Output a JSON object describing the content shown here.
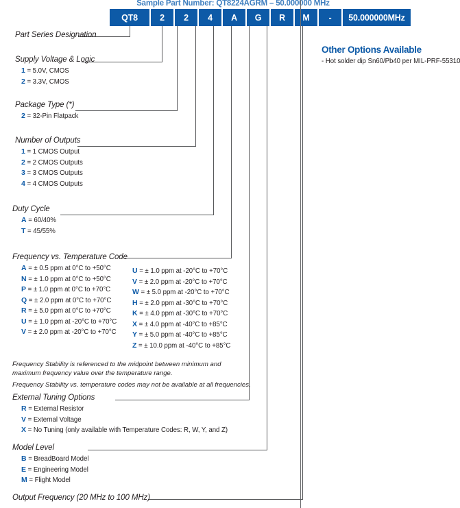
{
  "header": {
    "sample_label": "Sample Part Number: QT8224AGRM – 50.000000 MHz"
  },
  "part_number_boxes": [
    {
      "name": "series",
      "value": "QT8",
      "width": 58
    },
    {
      "name": "voltage",
      "value": "2",
      "width": 33
    },
    {
      "name": "package",
      "value": "2",
      "width": 33
    },
    {
      "name": "outputs",
      "value": "4",
      "width": 33
    },
    {
      "name": "duty",
      "value": "A",
      "width": 33
    },
    {
      "name": "tempcode",
      "value": "G",
      "width": 33
    },
    {
      "name": "tuning",
      "value": "R",
      "width": 33
    },
    {
      "name": "model",
      "value": "M",
      "width": 33
    },
    {
      "name": "dash",
      "value": "-",
      "width": 33
    },
    {
      "name": "frequency",
      "value": "50.000000MHz",
      "width": 99
    }
  ],
  "sections": {
    "part_series": {
      "title": "Part Series Designation",
      "options": []
    },
    "supply": {
      "title": "Supply Voltage & Logic",
      "options": [
        {
          "code": "1",
          "desc": "= 5.0V, CMOS"
        },
        {
          "code": "2",
          "desc": "= 3.3V, CMOS"
        }
      ]
    },
    "package": {
      "title": "Package Type (*)",
      "options": [
        {
          "code": "2",
          "desc": "= 32-Pin Flatpack"
        }
      ]
    },
    "outputs": {
      "title": "Number of Outputs",
      "options": [
        {
          "code": "1",
          "desc": "= 1 CMOS Output"
        },
        {
          "code": "2",
          "desc": "= 2 CMOS Outputs"
        },
        {
          "code": "3",
          "desc": "= 3 CMOS Outputs"
        },
        {
          "code": "4",
          "desc": "= 4 CMOS Outputs"
        }
      ]
    },
    "duty_cycle": {
      "title": "Duty Cycle",
      "options": [
        {
          "code": "A",
          "desc": "= 60/40%"
        },
        {
          "code": "T",
          "desc": "= 45/55%"
        }
      ]
    },
    "temperature": {
      "title": "Frequency vs. Temperature Code",
      "options_left": [
        {
          "code": "A",
          "desc": "= ± 0.5 ppm at 0°C to +50°C"
        },
        {
          "code": "N",
          "desc": "= ± 1.0 ppm at 0°C to +50°C"
        },
        {
          "code": "P",
          "desc": "= ± 1.0 ppm at 0°C to +70°C"
        },
        {
          "code": "Q",
          "desc": "= ± 2.0 ppm at 0°C to +70°C"
        },
        {
          "code": "R",
          "desc": "= ± 5.0 ppm at 0°C to +70°C"
        },
        {
          "code": "U",
          "desc": "= ± 1.0 ppm at -20°C to +70°C"
        },
        {
          "code": "V",
          "desc": "= ± 2.0 ppm at -20°C to +70°C"
        }
      ],
      "options_right": [
        {
          "code": "U",
          "desc": "= ± 1.0 ppm at -20°C to +70°C"
        },
        {
          "code": "V",
          "desc": "= ± 2.0 ppm at -20°C to +70°C"
        },
        {
          "code": "W",
          "desc": "= ± 5.0 ppm at -20°C to +70°C"
        },
        {
          "code": "H",
          "desc": "= ± 2.0 ppm at -30°C to +70°C"
        },
        {
          "code": "K",
          "desc": "= ± 4.0 ppm at -30°C to +70°C"
        },
        {
          "code": "X",
          "desc": "= ± 4.0 ppm at -40°C to +85°C"
        },
        {
          "code": "Y",
          "desc": "= ± 5.0 ppm at -40°C to +85°C"
        },
        {
          "code": "Z",
          "desc": "= ± 10.0 ppm at -40°C to +85°C"
        }
      ],
      "notes": [
        "Frequency Stability is referenced to the midpoint between minimum and",
        "maximum frequency value over the temperature range.",
        "Frequency Stability vs. temperature codes may not be available at all frequencies."
      ]
    },
    "tuning": {
      "title": "External Tuning Options",
      "options": [
        {
          "code": "R",
          "desc": "= External Resistor"
        },
        {
          "code": "V",
          "desc": "= External Voltage"
        },
        {
          "code": "X",
          "desc": "= No Tuning (only available with Temperature Codes: R, W, Y, and Z)"
        }
      ]
    },
    "model_level": {
      "title": "Model Level",
      "options": [
        {
          "code": "B",
          "desc": "= BreadBoard Model"
        },
        {
          "code": "E",
          "desc": "= Engineering Model"
        },
        {
          "code": "M",
          "desc": "= Flight Model"
        }
      ]
    },
    "output_frequency": {
      "title": "Output Frequency (20 MHz to 100 MHz)",
      "options": []
    }
  },
  "other_options": {
    "title": "Other Options Available",
    "items": [
      "- Hot solder dip Sn60/Pb40 per MIL-PRF-55310"
    ]
  },
  "colors": {
    "brand_blue": "#0d5aa7",
    "title_blue": "#3f7fbf",
    "line_gray": "#58595b",
    "text": "#231f20"
  }
}
